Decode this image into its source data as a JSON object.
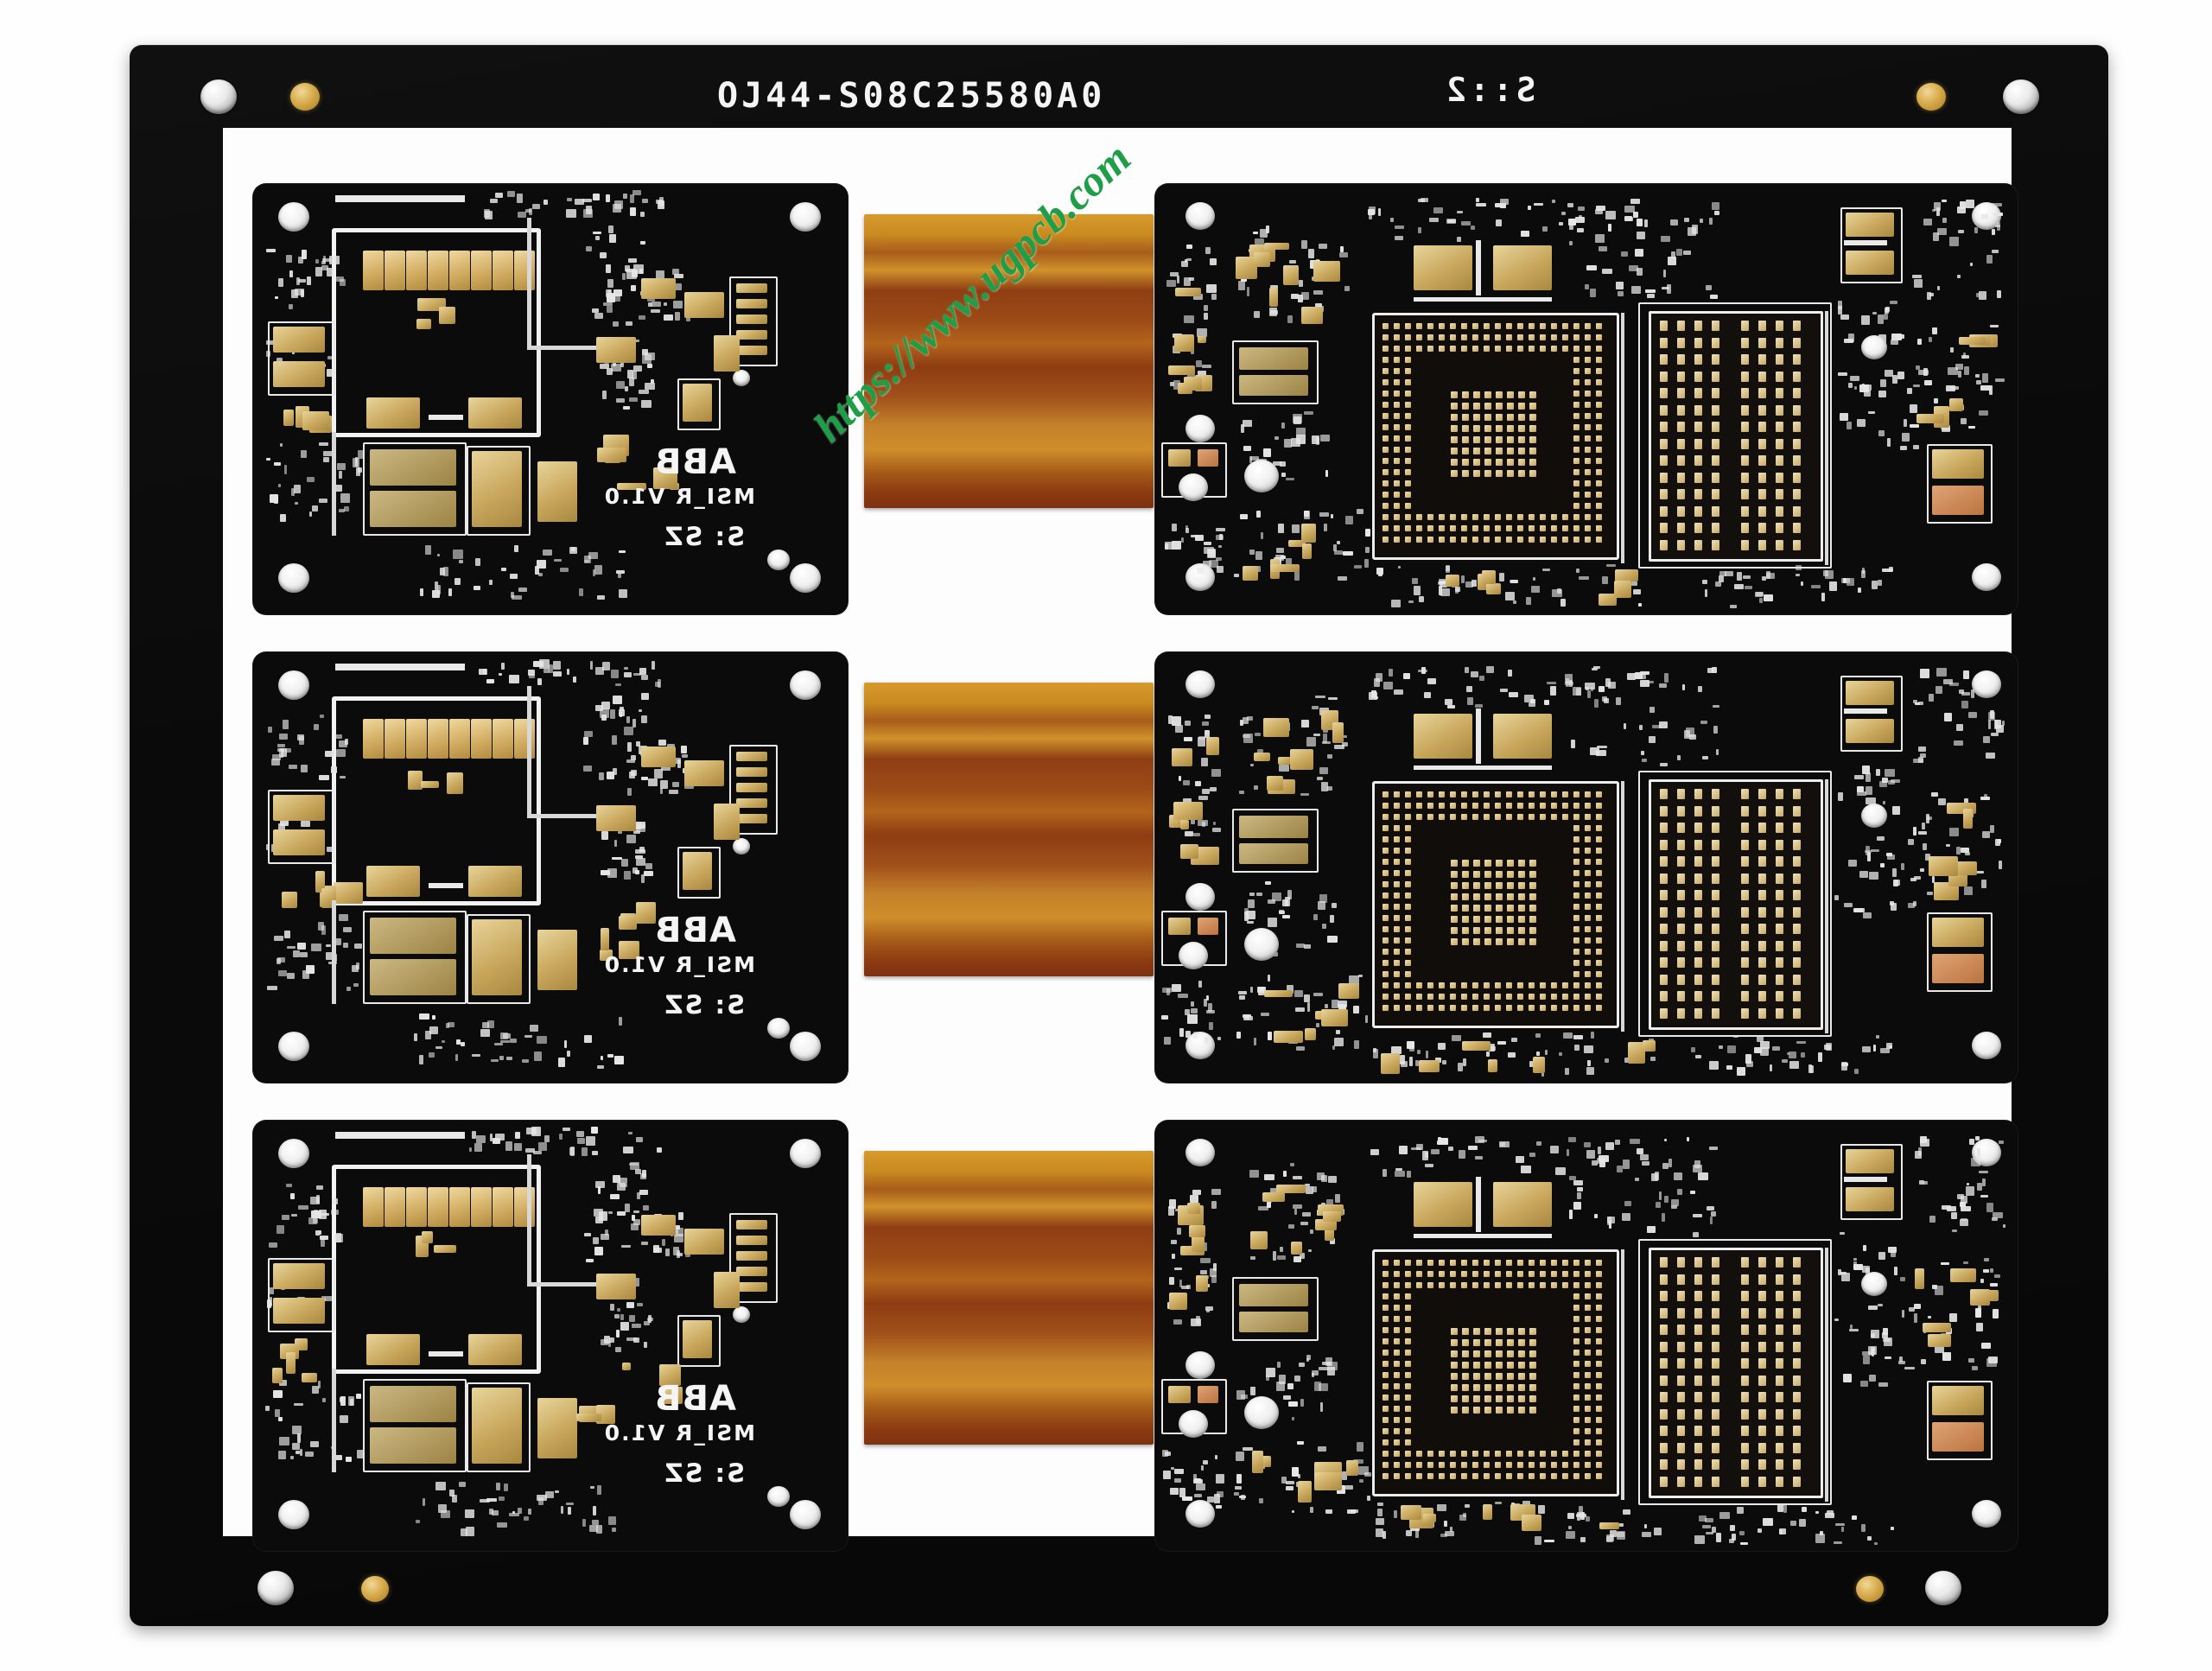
{
  "image": {
    "subject": "rigid-flex PCB panel, 3x2 array of assembled bare boards",
    "background_color": "#fefefe"
  },
  "panel": {
    "solder_mask_color": "#0b0b0b",
    "panel_border_label": "panel-rail",
    "header_marking": "OJ44-S08C25580A0",
    "header_marking_right": "S::2",
    "tooling_hole_count": 4,
    "fiducial_count": 4
  },
  "flex": {
    "material": "polyimide ribbon",
    "color_light": "#d79a2c",
    "color_dark": "#8b3a12",
    "count": 3
  },
  "board_silkscreen": {
    "logo": "ABB",
    "revision": "MSI_R V1.0",
    "code": "S: SZ"
  },
  "components": {
    "sd_slot_label": "micro-sd-slot",
    "sd_pad_count": 8,
    "bga_label": "bga-cpu-footprint",
    "bga_grid": 20,
    "bga_inner_grid": 8,
    "memory_label": "memory-footprint",
    "memory_rows": 14
  },
  "watermark": {
    "text": "https://www.ugpcb.com",
    "color": "#1e9e46"
  },
  "units": [
    {
      "row": 1,
      "side": "left",
      "name": "unit-r1-left"
    },
    {
      "row": 1,
      "side": "right",
      "name": "unit-r1-right"
    },
    {
      "row": 2,
      "side": "left",
      "name": "unit-r2-left"
    },
    {
      "row": 2,
      "side": "right",
      "name": "unit-r2-right"
    },
    {
      "row": 3,
      "side": "left",
      "name": "unit-r3-left"
    },
    {
      "row": 3,
      "side": "right",
      "name": "unit-r3-right"
    }
  ]
}
